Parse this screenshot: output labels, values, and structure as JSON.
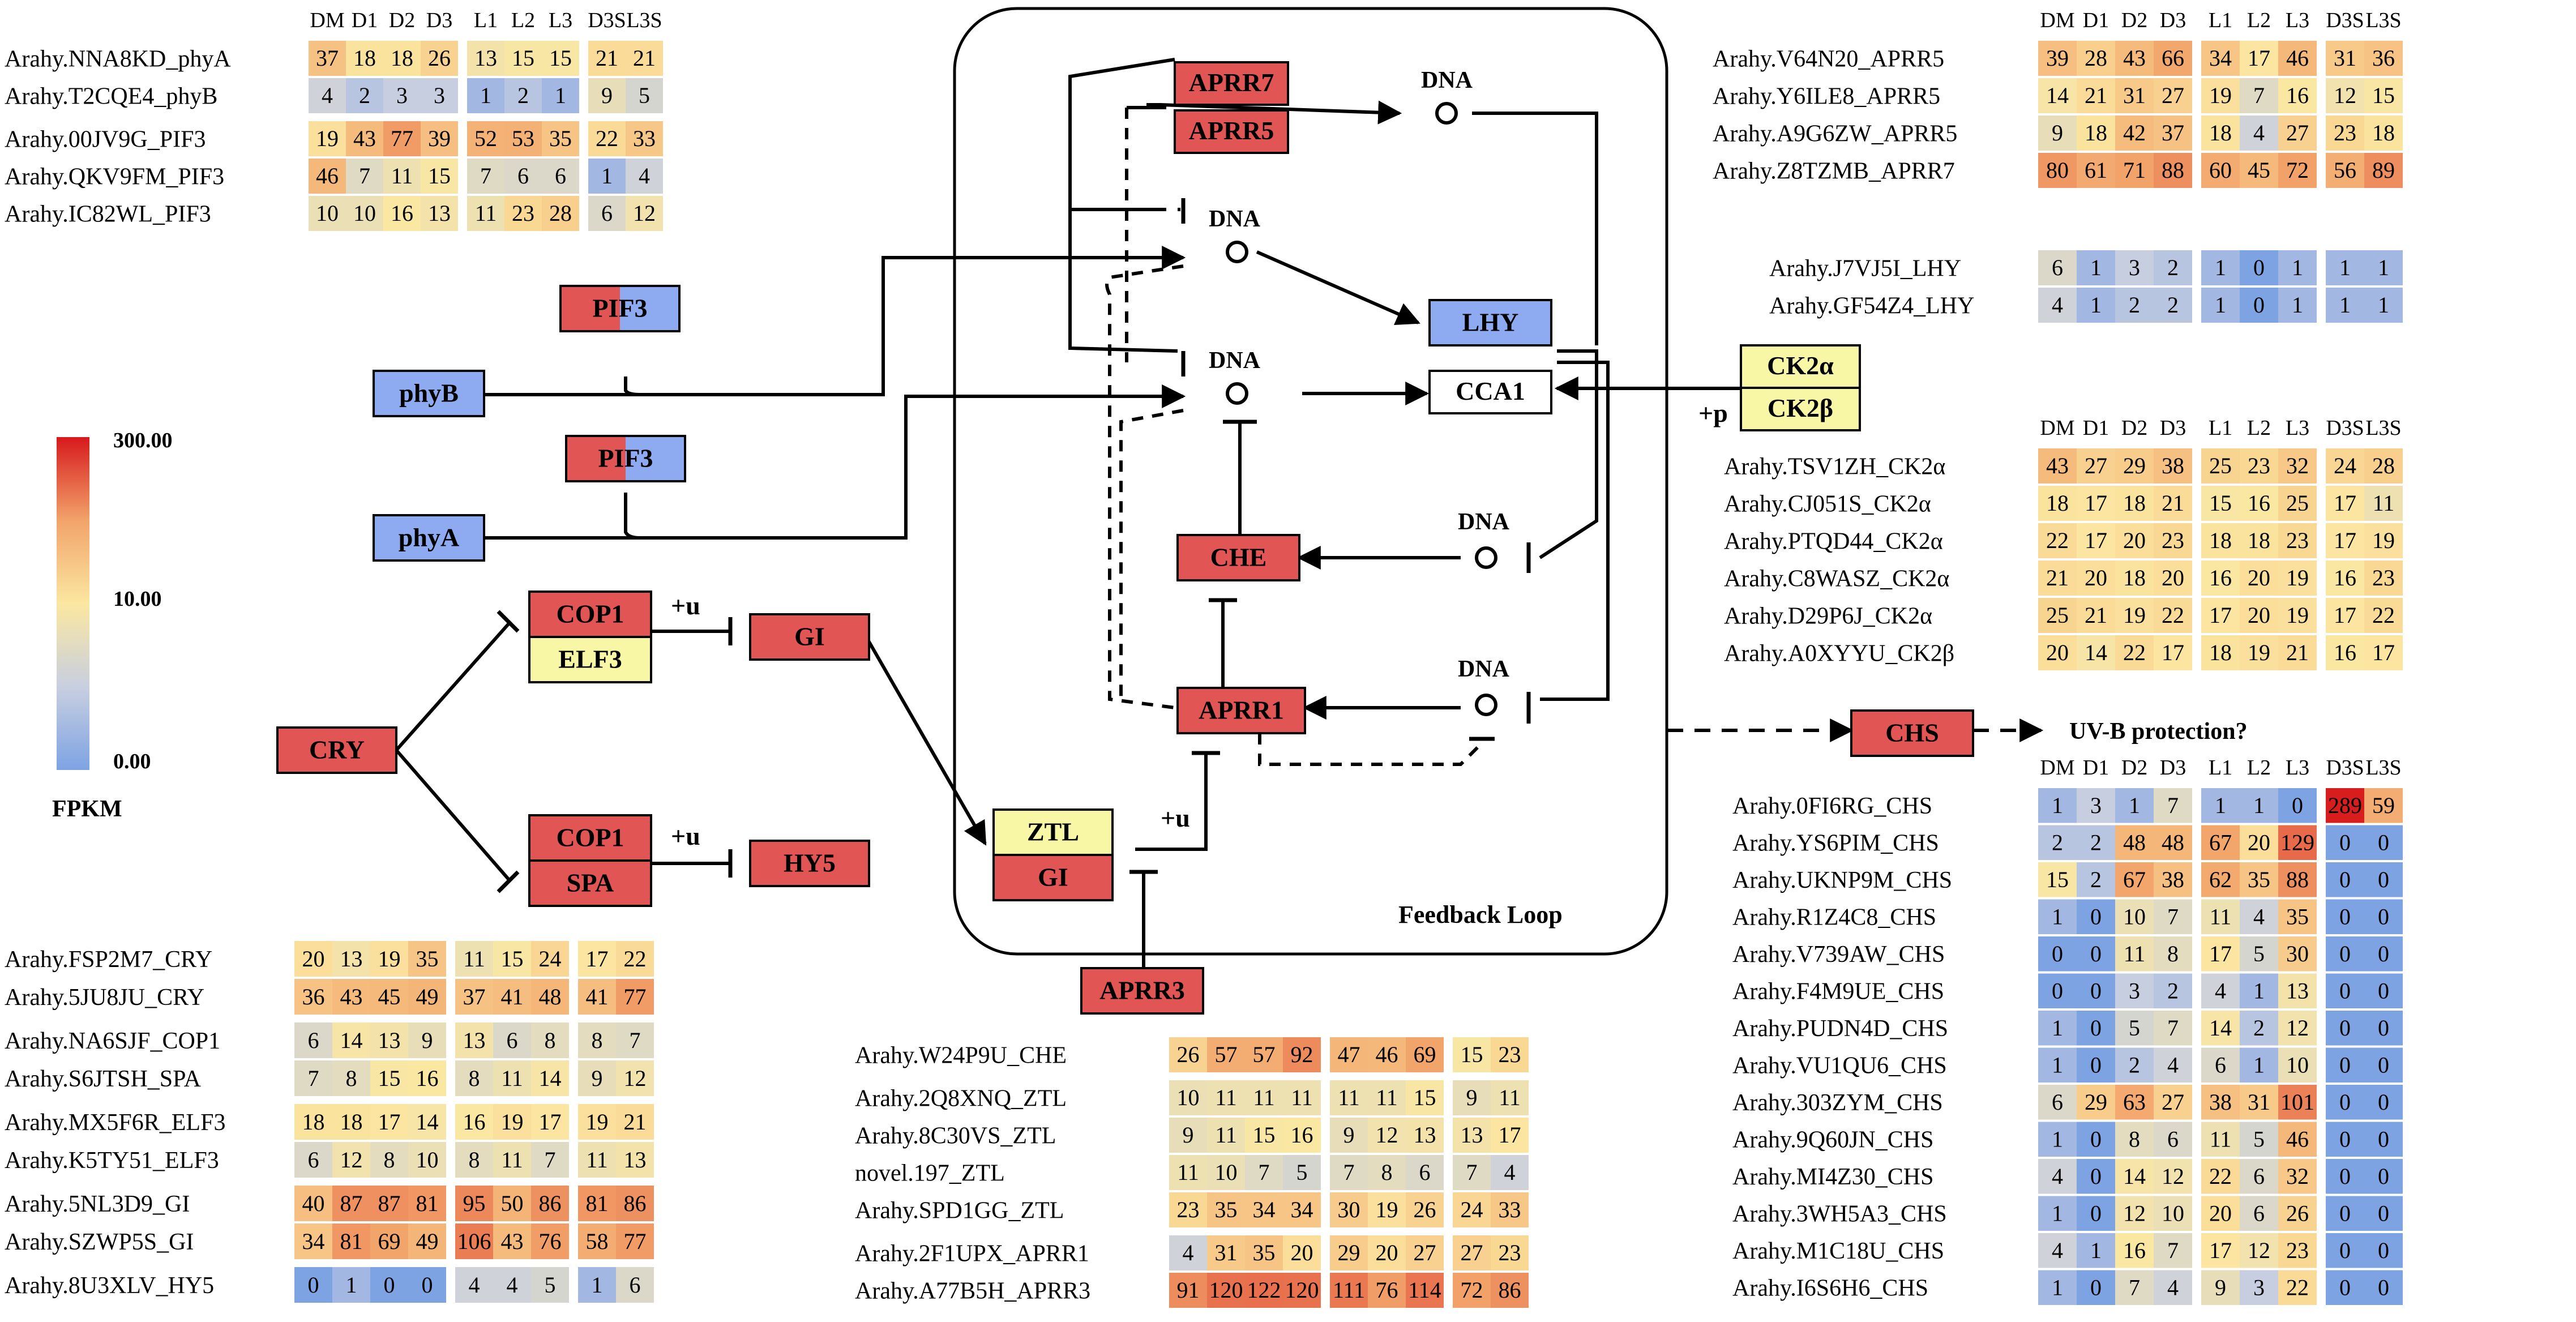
{
  "colors": {
    "red_node": "#e25555",
    "blue_node": "#8eaaf0",
    "yellow_node": "#f8f7a6",
    "white_node": "#ffffff",
    "scale_high": "#d7191c",
    "scale_mid": "#fbe7a1",
    "scale_low": "#7ea3e3"
  },
  "scale": {
    "max_label": "300.00",
    "mid_label": "10.00",
    "min_label": "0.00",
    "unit": "FPKM"
  },
  "columns": [
    "DM",
    "D1",
    "D2",
    "D3",
    "L1",
    "L2",
    "L3",
    "D3S",
    "L3S"
  ],
  "diagram": {
    "loop_label": "Feedback Loop",
    "dna": "DNA",
    "uvb": "UV-B protection?",
    "mod_u": "+u",
    "mod_p": "+p",
    "nodes": {
      "aprr7": "APRR7",
      "aprr5": "APRR5",
      "lhy": "LHY",
      "cca1": "CCA1",
      "che": "CHE",
      "aprr1": "APRR1",
      "aprr3": "APRR3",
      "chs": "CHS",
      "ck2a": "CK2α",
      "ck2b": "CK2β",
      "pif3_top": "PIF3",
      "pif3_bottom": "PIF3",
      "phyb": "phyB",
      "phya": "phyA",
      "cop1_a": "COP1",
      "elf3": "ELF3",
      "gi_top": "GI",
      "cry": "CRY",
      "cop1_b": "COP1",
      "spa": "SPA",
      "hy5": "HY5",
      "ztl": "ZTL",
      "gi_bottom": "GI"
    }
  },
  "tables": {
    "phy_pif": {
      "rows": [
        {
          "gene": "Arahy.NNA8KD_phyA",
          "values": [
            37,
            18,
            18,
            26,
            13,
            15,
            15,
            21,
            21
          ]
        },
        {
          "gene": "Arahy.T2CQE4_phyB",
          "values": [
            4,
            2,
            3,
            3,
            1,
            2,
            1,
            9,
            5
          ]
        },
        {
          "gene": "Arahy.00JV9G_PIF3",
          "values": [
            19,
            43,
            77,
            39,
            52,
            53,
            35,
            22,
            33
          ]
        },
        {
          "gene": "Arahy.QKV9FM_PIF3",
          "values": [
            46,
            7,
            11,
            15,
            7,
            6,
            6,
            1,
            4
          ]
        },
        {
          "gene": "Arahy.IC82WL_PIF3",
          "values": [
            10,
            10,
            16,
            13,
            11,
            23,
            28,
            6,
            12
          ]
        }
      ]
    },
    "aprr": {
      "rows": [
        {
          "gene": "Arahy.V64N20_APRR5",
          "values": [
            39,
            28,
            43,
            66,
            34,
            17,
            46,
            31,
            36
          ]
        },
        {
          "gene": "Arahy.Y6ILE8_APRR5",
          "values": [
            14,
            21,
            31,
            27,
            19,
            7,
            16,
            12,
            15
          ]
        },
        {
          "gene": "Arahy.A9G6ZW_APRR5",
          "values": [
            9,
            18,
            42,
            37,
            18,
            4,
            27,
            23,
            18
          ]
        },
        {
          "gene": "Arahy.Z8TZMB_APRR7",
          "values": [
            80,
            61,
            71,
            88,
            60,
            45,
            72,
            56,
            89
          ]
        }
      ]
    },
    "lhy": {
      "rows": [
        {
          "gene": "Arahy.J7VJ5I_LHY",
          "values": [
            6,
            1,
            3,
            2,
            1,
            0,
            1,
            1,
            1
          ]
        },
        {
          "gene": "Arahy.GF54Z4_LHY",
          "values": [
            4,
            1,
            2,
            2,
            1,
            0,
            1,
            1,
            1
          ]
        }
      ]
    },
    "ck2": {
      "rows": [
        {
          "gene": "Arahy.TSV1ZH_CK2α",
          "values": [
            43,
            27,
            29,
            38,
            25,
            23,
            32,
            24,
            28
          ]
        },
        {
          "gene": "Arahy.CJ051S_CK2α",
          "values": [
            18,
            17,
            18,
            21,
            15,
            16,
            25,
            17,
            11
          ]
        },
        {
          "gene": "Arahy.PTQD44_CK2α",
          "values": [
            22,
            17,
            20,
            23,
            18,
            18,
            23,
            17,
            19
          ]
        },
        {
          "gene": "Arahy.C8WASZ_CK2α",
          "values": [
            21,
            20,
            18,
            20,
            16,
            20,
            19,
            16,
            23
          ]
        },
        {
          "gene": "Arahy.D29P6J_CK2α",
          "values": [
            25,
            21,
            19,
            22,
            17,
            20,
            19,
            17,
            22
          ]
        },
        {
          "gene": "Arahy.A0XYYU_CK2β",
          "values": [
            20,
            14,
            22,
            17,
            18,
            19,
            21,
            16,
            17
          ]
        }
      ]
    },
    "chs": {
      "rows": [
        {
          "gene": "Arahy.0FI6RG_CHS",
          "values": [
            1,
            3,
            1,
            7,
            1,
            1,
            0,
            289,
            59
          ]
        },
        {
          "gene": "Arahy.YS6PIM_CHS",
          "values": [
            2,
            2,
            48,
            48,
            67,
            20,
            129,
            0,
            0
          ]
        },
        {
          "gene": "Arahy.UKNP9M_CHS",
          "values": [
            15,
            2,
            67,
            38,
            62,
            35,
            88,
            0,
            0
          ]
        },
        {
          "gene": "Arahy.R1Z4C8_CHS",
          "values": [
            1,
            0,
            10,
            7,
            11,
            4,
            35,
            0,
            0
          ]
        },
        {
          "gene": "Arahy.V739AW_CHS",
          "values": [
            0,
            0,
            11,
            8,
            17,
            5,
            30,
            0,
            0
          ]
        },
        {
          "gene": "Arahy.F4M9UE_CHS",
          "values": [
            0,
            0,
            3,
            2,
            4,
            1,
            13,
            0,
            0
          ]
        },
        {
          "gene": "Arahy.PUDN4D_CHS",
          "values": [
            1,
            0,
            5,
            7,
            14,
            2,
            12,
            0,
            0
          ]
        },
        {
          "gene": "Arahy.VU1QU6_CHS",
          "values": [
            1,
            0,
            2,
            4,
            6,
            1,
            10,
            0,
            0
          ]
        },
        {
          "gene": "Arahy.303ZYM_CHS",
          "values": [
            6,
            29,
            63,
            27,
            38,
            31,
            101,
            0,
            0
          ]
        },
        {
          "gene": "Arahy.9Q60JN_CHS",
          "values": [
            1,
            0,
            8,
            6,
            11,
            5,
            46,
            0,
            0
          ]
        },
        {
          "gene": "Arahy.MI4Z30_CHS",
          "values": [
            4,
            0,
            14,
            12,
            22,
            6,
            32,
            0,
            0
          ]
        },
        {
          "gene": "Arahy.3WH5A3_CHS",
          "values": [
            1,
            0,
            12,
            10,
            20,
            6,
            26,
            0,
            0
          ]
        },
        {
          "gene": "Arahy.M1C18U_CHS",
          "values": [
            4,
            1,
            16,
            7,
            17,
            12,
            23,
            0,
            0
          ]
        },
        {
          "gene": "Arahy.I6S6H6_CHS",
          "values": [
            1,
            0,
            7,
            4,
            9,
            3,
            22,
            0,
            0
          ]
        }
      ]
    },
    "cry_group": {
      "rows": [
        {
          "gene": "Arahy.FSP2M7_CRY",
          "values": [
            20,
            13,
            19,
            35,
            11,
            15,
            24,
            17,
            22
          ]
        },
        {
          "gene": "Arahy.5JU8JU_CRY",
          "values": [
            36,
            43,
            45,
            49,
            37,
            41,
            48,
            41,
            77
          ]
        },
        {
          "gene": "Arahy.NA6SJF_COP1",
          "values": [
            6,
            14,
            13,
            9,
            13,
            6,
            8,
            8,
            7
          ]
        },
        {
          "gene": "Arahy.S6JTSH_SPA",
          "values": [
            7,
            8,
            15,
            16,
            8,
            11,
            14,
            9,
            12
          ]
        },
        {
          "gene": "Arahy.MX5F6R_ELF3",
          "values": [
            18,
            18,
            17,
            14,
            16,
            19,
            17,
            19,
            21
          ]
        },
        {
          "gene": "Arahy.K5TY51_ELF3",
          "values": [
            6,
            12,
            8,
            10,
            8,
            11,
            7,
            11,
            13
          ]
        },
        {
          "gene": "Arahy.5NL3D9_GI",
          "values": [
            40,
            87,
            87,
            81,
            95,
            50,
            86,
            81,
            86
          ]
        },
        {
          "gene": "Arahy.SZWP5S_GI",
          "values": [
            34,
            81,
            69,
            49,
            106,
            43,
            76,
            58,
            77
          ]
        },
        {
          "gene": "Arahy.8U3XLV_HY5",
          "values": [
            0,
            1,
            0,
            0,
            4,
            4,
            5,
            1,
            6
          ]
        }
      ]
    },
    "che_group": {
      "rows": [
        {
          "gene": "Arahy.W24P9U_CHE",
          "values": [
            26,
            57,
            57,
            92,
            47,
            46,
            69,
            15,
            23
          ]
        },
        {
          "gene": "Arahy.2Q8XNQ_ZTL",
          "values": [
            10,
            11,
            11,
            11,
            11,
            11,
            15,
            9,
            11
          ]
        },
        {
          "gene": "Arahy.8C30VS_ZTL",
          "values": [
            9,
            11,
            15,
            16,
            9,
            12,
            13,
            13,
            17
          ]
        },
        {
          "gene": "novel.197_ZTL",
          "values": [
            11,
            10,
            7,
            5,
            7,
            8,
            6,
            7,
            4
          ]
        },
        {
          "gene": "Arahy.SPD1GG_ZTL",
          "values": [
            23,
            35,
            34,
            34,
            30,
            19,
            26,
            24,
            33
          ]
        },
        {
          "gene": "Arahy.2F1UPX_APRR1",
          "values": [
            4,
            31,
            35,
            20,
            29,
            20,
            27,
            27,
            23
          ]
        },
        {
          "gene": "Arahy.A77B5H_APRR3",
          "values": [
            91,
            120,
            122,
            120,
            111,
            76,
            114,
            72,
            86
          ]
        }
      ]
    }
  }
}
